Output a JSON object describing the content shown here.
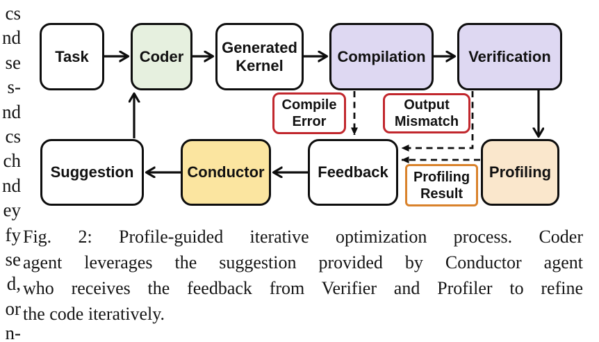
{
  "left_column_fragments": [
    "cs",
    "nd",
    "se",
    "s-",
    "nd",
    "cs",
    "ch",
    "nd",
    "ey",
    "fy",
    "se",
    "d,",
    "or",
    "n-"
  ],
  "figure": {
    "nodes": {
      "task": "Task",
      "coder": "Coder",
      "generated_kernel": "Generated Kernel",
      "compilation": "Compilation",
      "verification": "Verification",
      "suggestion": "Suggestion",
      "conductor": "Conductor",
      "feedback": "Feedback",
      "profiling": "Profiling"
    },
    "edge_labels": {
      "compile_error": "Compile Error",
      "output_mismatch": "Output Mismatch",
      "profiling_result": "Profiling Result"
    },
    "colors": {
      "coder_fill": "#e6f0df",
      "compilation_fill": "#ded8f2",
      "verification_fill": "#ded8f2",
      "conductor_fill": "#fbe5a0",
      "profiling_fill": "#fae7cc",
      "error_label_border": "#c1272d",
      "profiling_label_border": "#d9822b",
      "box_border": "#0d0d0d"
    }
  },
  "caption": {
    "lines": [
      "Fig. 2: Profile-guided iterative optimization process. Coder",
      "agent leverages the suggestion provided by Conductor agent",
      "who receives the feedback from Verifier and Profiler to refine",
      "the code iteratively."
    ]
  }
}
